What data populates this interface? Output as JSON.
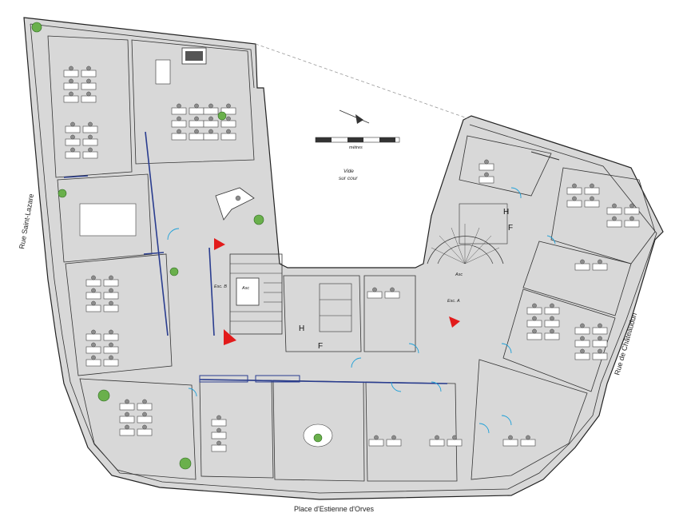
{
  "streets": {
    "west": "Rue Saint-Lazare",
    "east": "Rue de Châteaudun",
    "south": "Place d'Estienne d'Orves"
  },
  "labels": {
    "courtyard_line1": "Vide",
    "courtyard_line2": "sur cour",
    "scale": "mètres",
    "stair_b": "Esc. B",
    "stair_a": "Esc. A",
    "lift": "Asc",
    "lift_a": "Asc",
    "toilet_h1": "H",
    "toilet_f1": "F",
    "toilet_h2": "H",
    "toilet_f2": "F"
  },
  "colors": {
    "wall_fill": "#d8d8d8",
    "door_swing": "#1ea0d8",
    "partition": "#2a3d8f",
    "emergency_marker": "#e21b1b",
    "plant": "#6ab04c"
  }
}
